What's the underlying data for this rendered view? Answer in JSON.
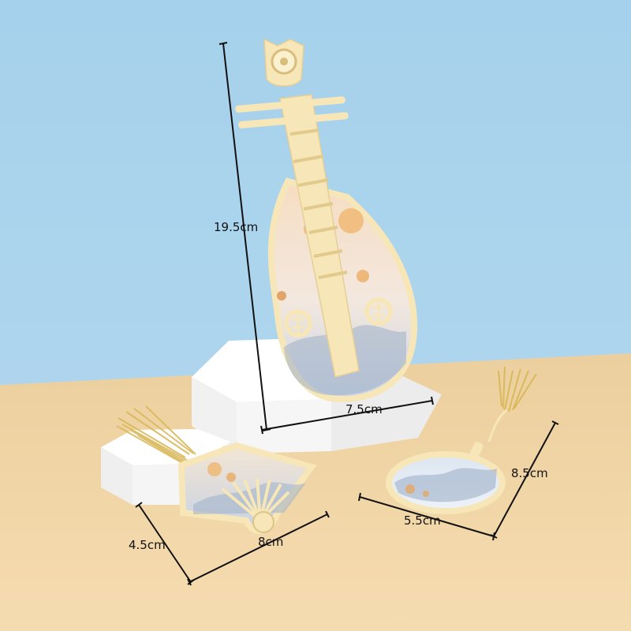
{
  "photo": {
    "background_color": "#a9d3ec",
    "table_color": "#f1d6a7",
    "pedestal_color": "#f7f7f7",
    "bookmark_color": "#f6e6b8",
    "tassel_color": "#d9b95a"
  },
  "dimensions": {
    "pipa_height": "19.5cm",
    "pipa_width": "7.5cm",
    "fan_height": "4.5cm",
    "fan_width": "8cm",
    "round_fan_height": "8.5cm",
    "round_fan_width": "5.5cm"
  }
}
